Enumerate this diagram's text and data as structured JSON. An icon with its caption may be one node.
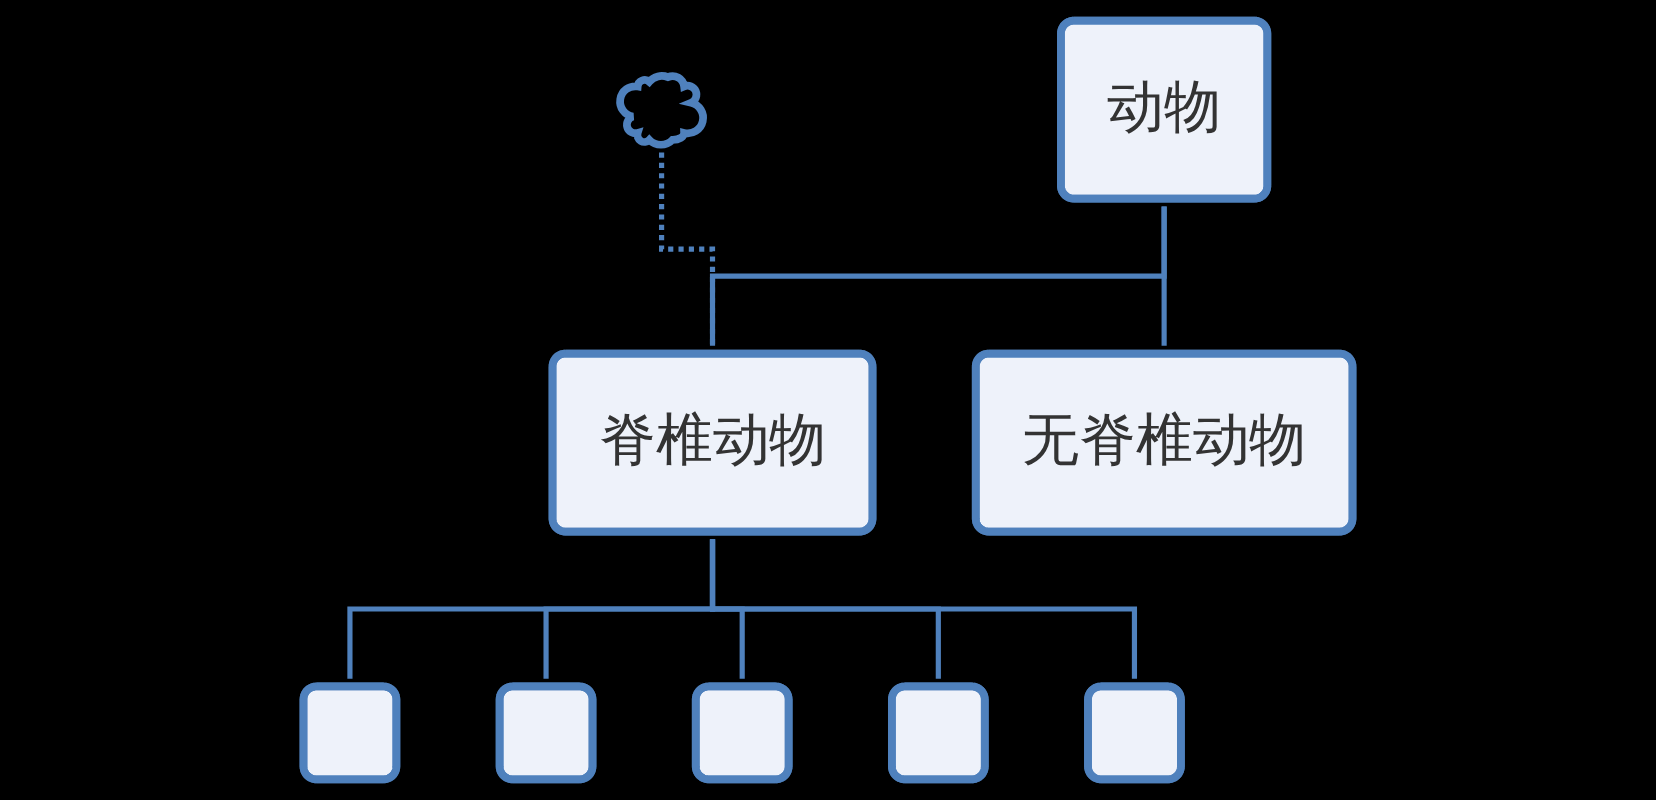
{
  "diagram": {
    "nodes": [
      {
        "text": [],
        "shape": "cloud"
      },
      {
        "text": [
          "动物"
        ]
      },
      {
        "text": [
          "脊椎动物"
        ]
      },
      {
        "text": [
          "无脊椎动物"
        ]
      },
      {
        "text": [],
        "shape": "box"
      },
      {
        "text": [],
        "shape": "box"
      },
      {
        "text": [],
        "shape": "box"
      },
      {
        "text": [],
        "shape": "box"
      },
      {
        "text": [],
        "shape": "box"
      }
    ],
    "edges": [
      {
        "from": 0,
        "to": 2,
        "arrow": "none",
        "style": "dashed"
      },
      {
        "from": 1,
        "to": 2,
        "arrow": "none"
      },
      {
        "from": 1,
        "to": 3,
        "arrow": "none"
      },
      {
        "from": 2,
        "to": 4,
        "arrow": "none"
      },
      {
        "from": 2,
        "to": 5,
        "arrow": "none"
      },
      {
        "from": 2,
        "to": 6,
        "arrow": "none"
      },
      {
        "from": 2,
        "to": 7,
        "arrow": "none"
      },
      {
        "from": 2,
        "to": 8,
        "arrow": "none"
      }
    ]
  }
}
